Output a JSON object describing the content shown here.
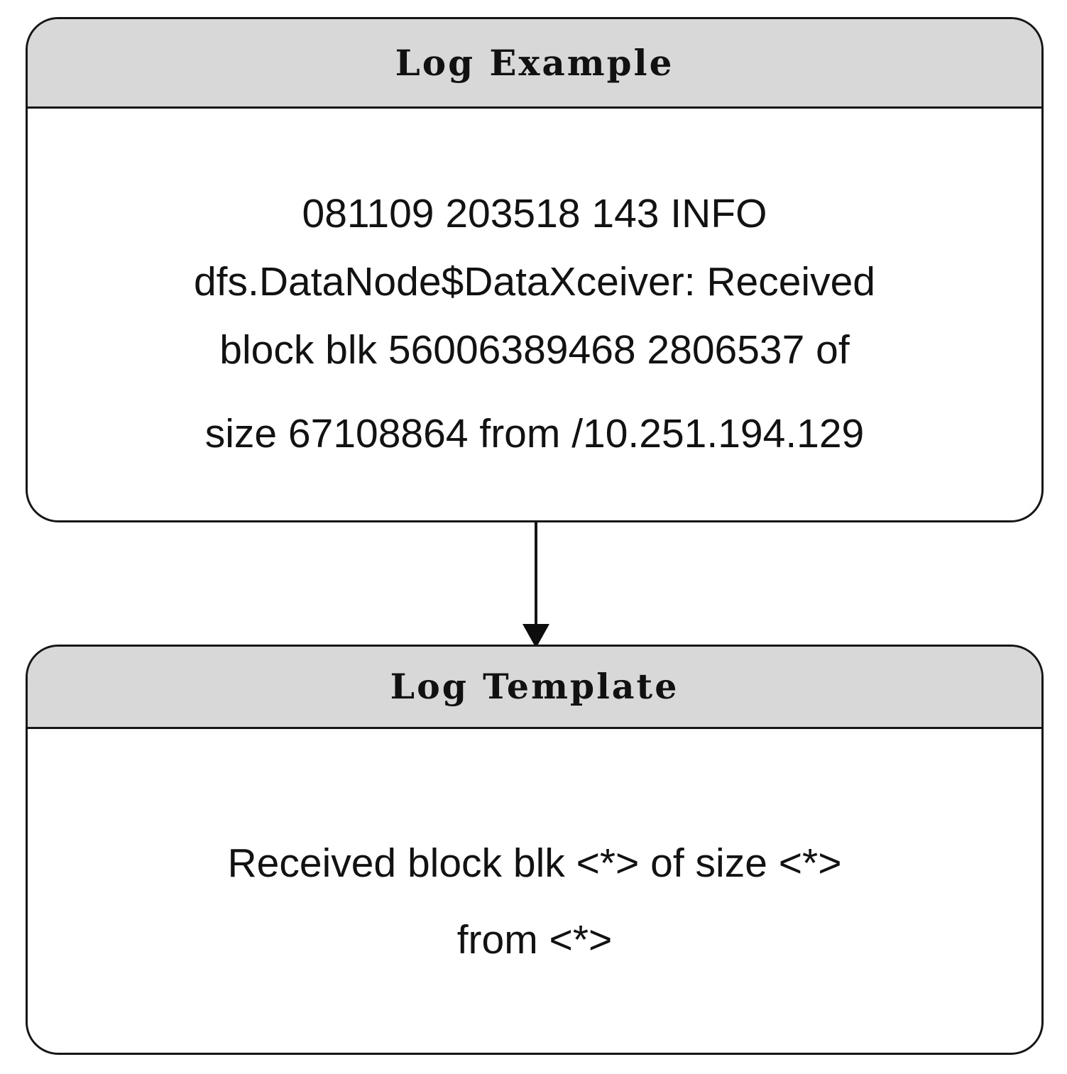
{
  "diagram": {
    "type": "flow",
    "background_color": "#ffffff",
    "border_color": "#161616",
    "header_fill_color": "#d8d8d8",
    "nodes": [
      {
        "id": "log-example",
        "title": "Log Example",
        "lines": [
          "081109 203518 143 INFO",
          "dfs.DataNode$DataXceiver: Received",
          "block blk 56006389468 2806537 of",
          "size 67108864 from /10.251.194.129"
        ],
        "full_text": "081109 203518 143 INFO dfs.DataNode$DataXceiver: Received block blk 56006389468 2806537 of size 67108864 from /10.251.194.129"
      },
      {
        "id": "log-template",
        "title": "Log Template",
        "lines": [
          "Received block blk <*> of size <*>",
          "from <*>"
        ],
        "full_text": "Received block blk <*> of size <*> from <*>"
      }
    ],
    "edges": [
      {
        "id": "example-to-template",
        "from": "log-example",
        "to": "log-template",
        "direction": "down",
        "arrowhead": "solid-triangle",
        "label": ""
      }
    ]
  }
}
